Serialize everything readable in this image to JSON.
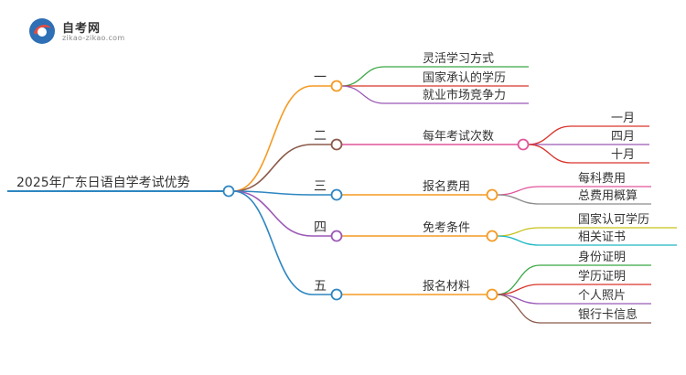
{
  "logo": {
    "brand": "自考网",
    "url": "zikao-zikao.com"
  },
  "root": "2025年广东日语自学考试优势",
  "branches": [
    {
      "num": "一",
      "color": "#f59a23",
      "label": "",
      "children": [
        {
          "label": "灵活学习方式",
          "color": "#3aa845"
        },
        {
          "label": "国家承认的学历",
          "color": "#d9342b"
        },
        {
          "label": "就业市场竞争力",
          "color": "#9b59b6"
        }
      ]
    },
    {
      "num": "二",
      "color": "#8b5a4a",
      "label": "每年考试次数",
      "children": [
        {
          "label": "一月",
          "color": "#d9342b"
        },
        {
          "label": "四月",
          "color": "#9b59b6"
        },
        {
          "label": "十月",
          "color": "#d9342b"
        }
      ]
    },
    {
      "num": "三",
      "color": "#2e86c1",
      "label": "报名费用",
      "children": [
        {
          "label": "每科费用",
          "color": "#e0559b"
        },
        {
          "label": "总费用概算",
          "color": "#8c8c8c"
        }
      ]
    },
    {
      "num": "四",
      "color": "#9b59b6",
      "label": "免考条件",
      "children": [
        {
          "label": "国家认可学历",
          "color": "#c8c21a"
        },
        {
          "label": "相关证书",
          "color": "#1fb8c2"
        }
      ]
    },
    {
      "num": "五",
      "color": "#2e86c1",
      "label": "报名材料",
      "children": [
        {
          "label": "身份证明",
          "color": "#3aa845"
        },
        {
          "label": "学历证明",
          "color": "#d9342b"
        },
        {
          "label": "个人照片",
          "color": "#9b59b6"
        },
        {
          "label": "银行卡信息",
          "color": "#8b5a4a"
        }
      ]
    }
  ]
}
